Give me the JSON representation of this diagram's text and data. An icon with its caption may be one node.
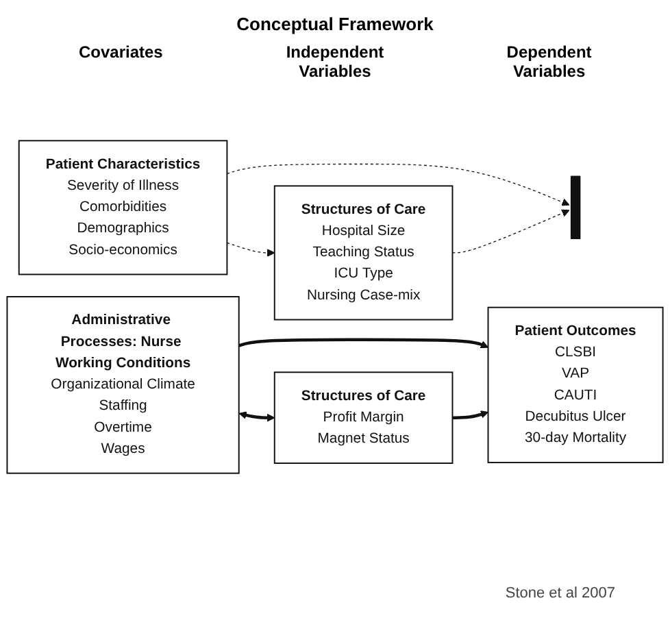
{
  "diagram": {
    "title": "Conceptual Framework",
    "nodes": [
      {
        "text": [
          "Patient Characteristics",
          "Severity of Illness",
          "Comorbidities",
          "Demographics",
          "Socio-economics"
        ]
      },
      {
        "text": [
          "Structures of Care",
          "Hospital Size",
          "Teaching Status",
          "ICU Type",
          "Nursing Case-mix"
        ]
      },
      {
        "text": [],
        "shape": "bar"
      },
      {
        "text": [
          "Administrative Processes: Nurse Working Conditions",
          "Organizational Climate",
          "Staffing",
          "Overtime",
          "Wages"
        ]
      },
      {
        "text": [
          "Structures of Care",
          "Profit Margin",
          "Magnet Status"
        ]
      },
      {
        "text": [
          "Patient Outcomes",
          "CLSBI",
          "VAP",
          "CAUTI",
          "Decubitus Ulcer",
          "30-day Mortality"
        ]
      }
    ],
    "edges": [
      {
        "from": 0,
        "to": 1,
        "arrow": "to",
        "style": "dashed"
      },
      {
        "from": 0,
        "to": 2,
        "arrow": "to",
        "style": "dashed"
      },
      {
        "from": 1,
        "to": 2,
        "arrow": "to",
        "style": "dashed"
      },
      {
        "from": 3,
        "to": 4,
        "arrow": "both",
        "style": "thick"
      },
      {
        "from": 3,
        "to": 5,
        "arrow": "to",
        "style": "thick"
      },
      {
        "from": 4,
        "to": 5,
        "arrow": "to",
        "style": "thick"
      }
    ],
    "labels": [
      "Covariates",
      "Independent Variables",
      "Dependent Variables",
      "Stone et al 2007"
    ]
  }
}
